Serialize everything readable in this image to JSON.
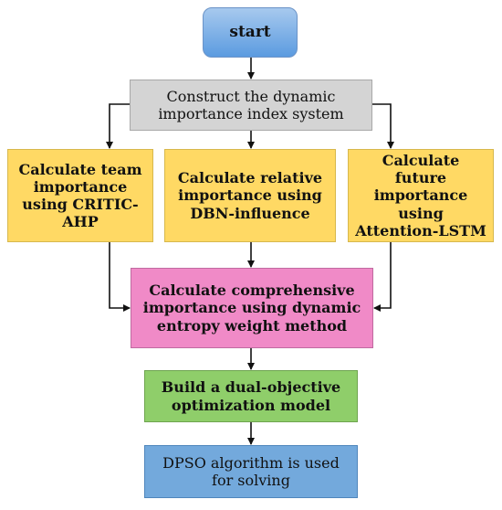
{
  "nodes": {
    "start": "start",
    "construct": "Construct the dynamic importance index system",
    "team": "Calculate team importance using CRITIC-AHP",
    "relative": "Calculate relative importance using DBN-influence",
    "future": "Calculate future importance using Attention-LSTM",
    "comprehensive": "Calculate comprehensive importance using dynamic entropy weight method",
    "build": "Build a dual-objective optimization model",
    "dpso": "DPSO algorithm is used for solving"
  },
  "colors": {
    "start": "#5b9be0",
    "construct": "#d4d4d4",
    "importance": "#ffd964",
    "comprehensive": "#f08ac7",
    "build": "#8fce6a",
    "dpso": "#73a9dc",
    "connector": "#111111"
  }
}
